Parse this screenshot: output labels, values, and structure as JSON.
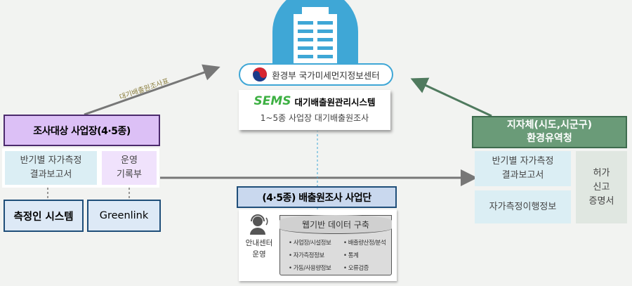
{
  "center": {
    "ministry": "환경부 국가미세먼지정보센터",
    "sems_logo": "SEMS",
    "system_name": "대기배출원관리시스템",
    "survey_desc": "1~5종 사업장 대기배출원조사"
  },
  "team": {
    "title": "(4·5종) 배출원조사 사업단",
    "helpdesk": [
      "안내센터",
      "운영"
    ],
    "db_title": "웹기반 데이터 구축",
    "db_items": [
      "사업장/시설정보",
      "배출량산정/분석",
      "자가측정정보",
      "통계",
      "가동/사용량정보",
      "오류검증"
    ]
  },
  "left": {
    "title": "조사대상 사업장(4·5종)",
    "report": [
      "반기별 자가측정",
      "결과보고서"
    ],
    "log": [
      "운영",
      "기록부"
    ],
    "sys1": "측정인 시스템",
    "sys2": "Greenlink",
    "arrow_label": "대기배출원조사표"
  },
  "right": {
    "title": [
      "지자체(시도,시군구)",
      "환경유역청"
    ],
    "report": [
      "반기별 자가측정",
      "결과보고서"
    ],
    "info": "자가측정이행정보",
    "permit": [
      "허가",
      "신고",
      "증명서"
    ]
  },
  "colors": {
    "blue": "#3fa7d6",
    "sems_green": "#3db043",
    "navy": "#1f4e79",
    "purple": "#dcc0f6",
    "green": "#6a9b78"
  }
}
